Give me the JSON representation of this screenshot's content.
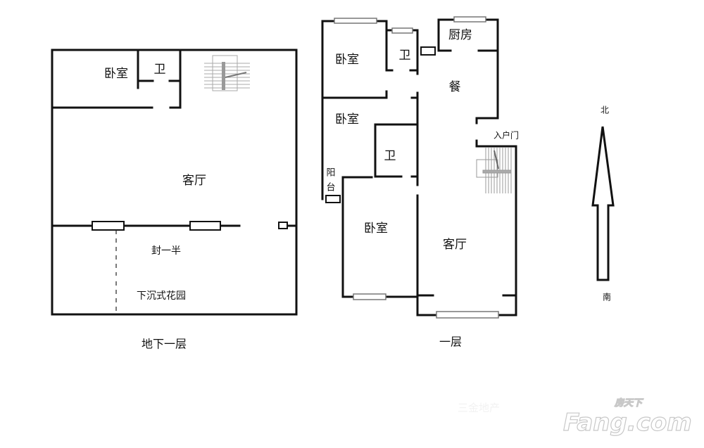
{
  "basement": {
    "bedroom": "卧室",
    "bathroom": "卫",
    "living_room": "客厅",
    "half_enclosed": "封一半",
    "sunken_garden": "下沉式花园",
    "caption": "地下一层"
  },
  "first_floor": {
    "bedroom_1": "卧室",
    "bathroom_1": "卫",
    "kitchen": "厨房",
    "dining": "餐",
    "bedroom_2": "卧室",
    "bathroom_2": "卫",
    "balcony_1": "阳",
    "balcony_2": "台",
    "entrance": "入户门",
    "bedroom_3": "卧室",
    "living_room": "客厅",
    "caption": "一层"
  },
  "compass": {
    "north": "北",
    "south": "南"
  },
  "watermark": {
    "agency": "三金地产",
    "brand_cn": "房天下",
    "brand_en": "Fang.com"
  }
}
